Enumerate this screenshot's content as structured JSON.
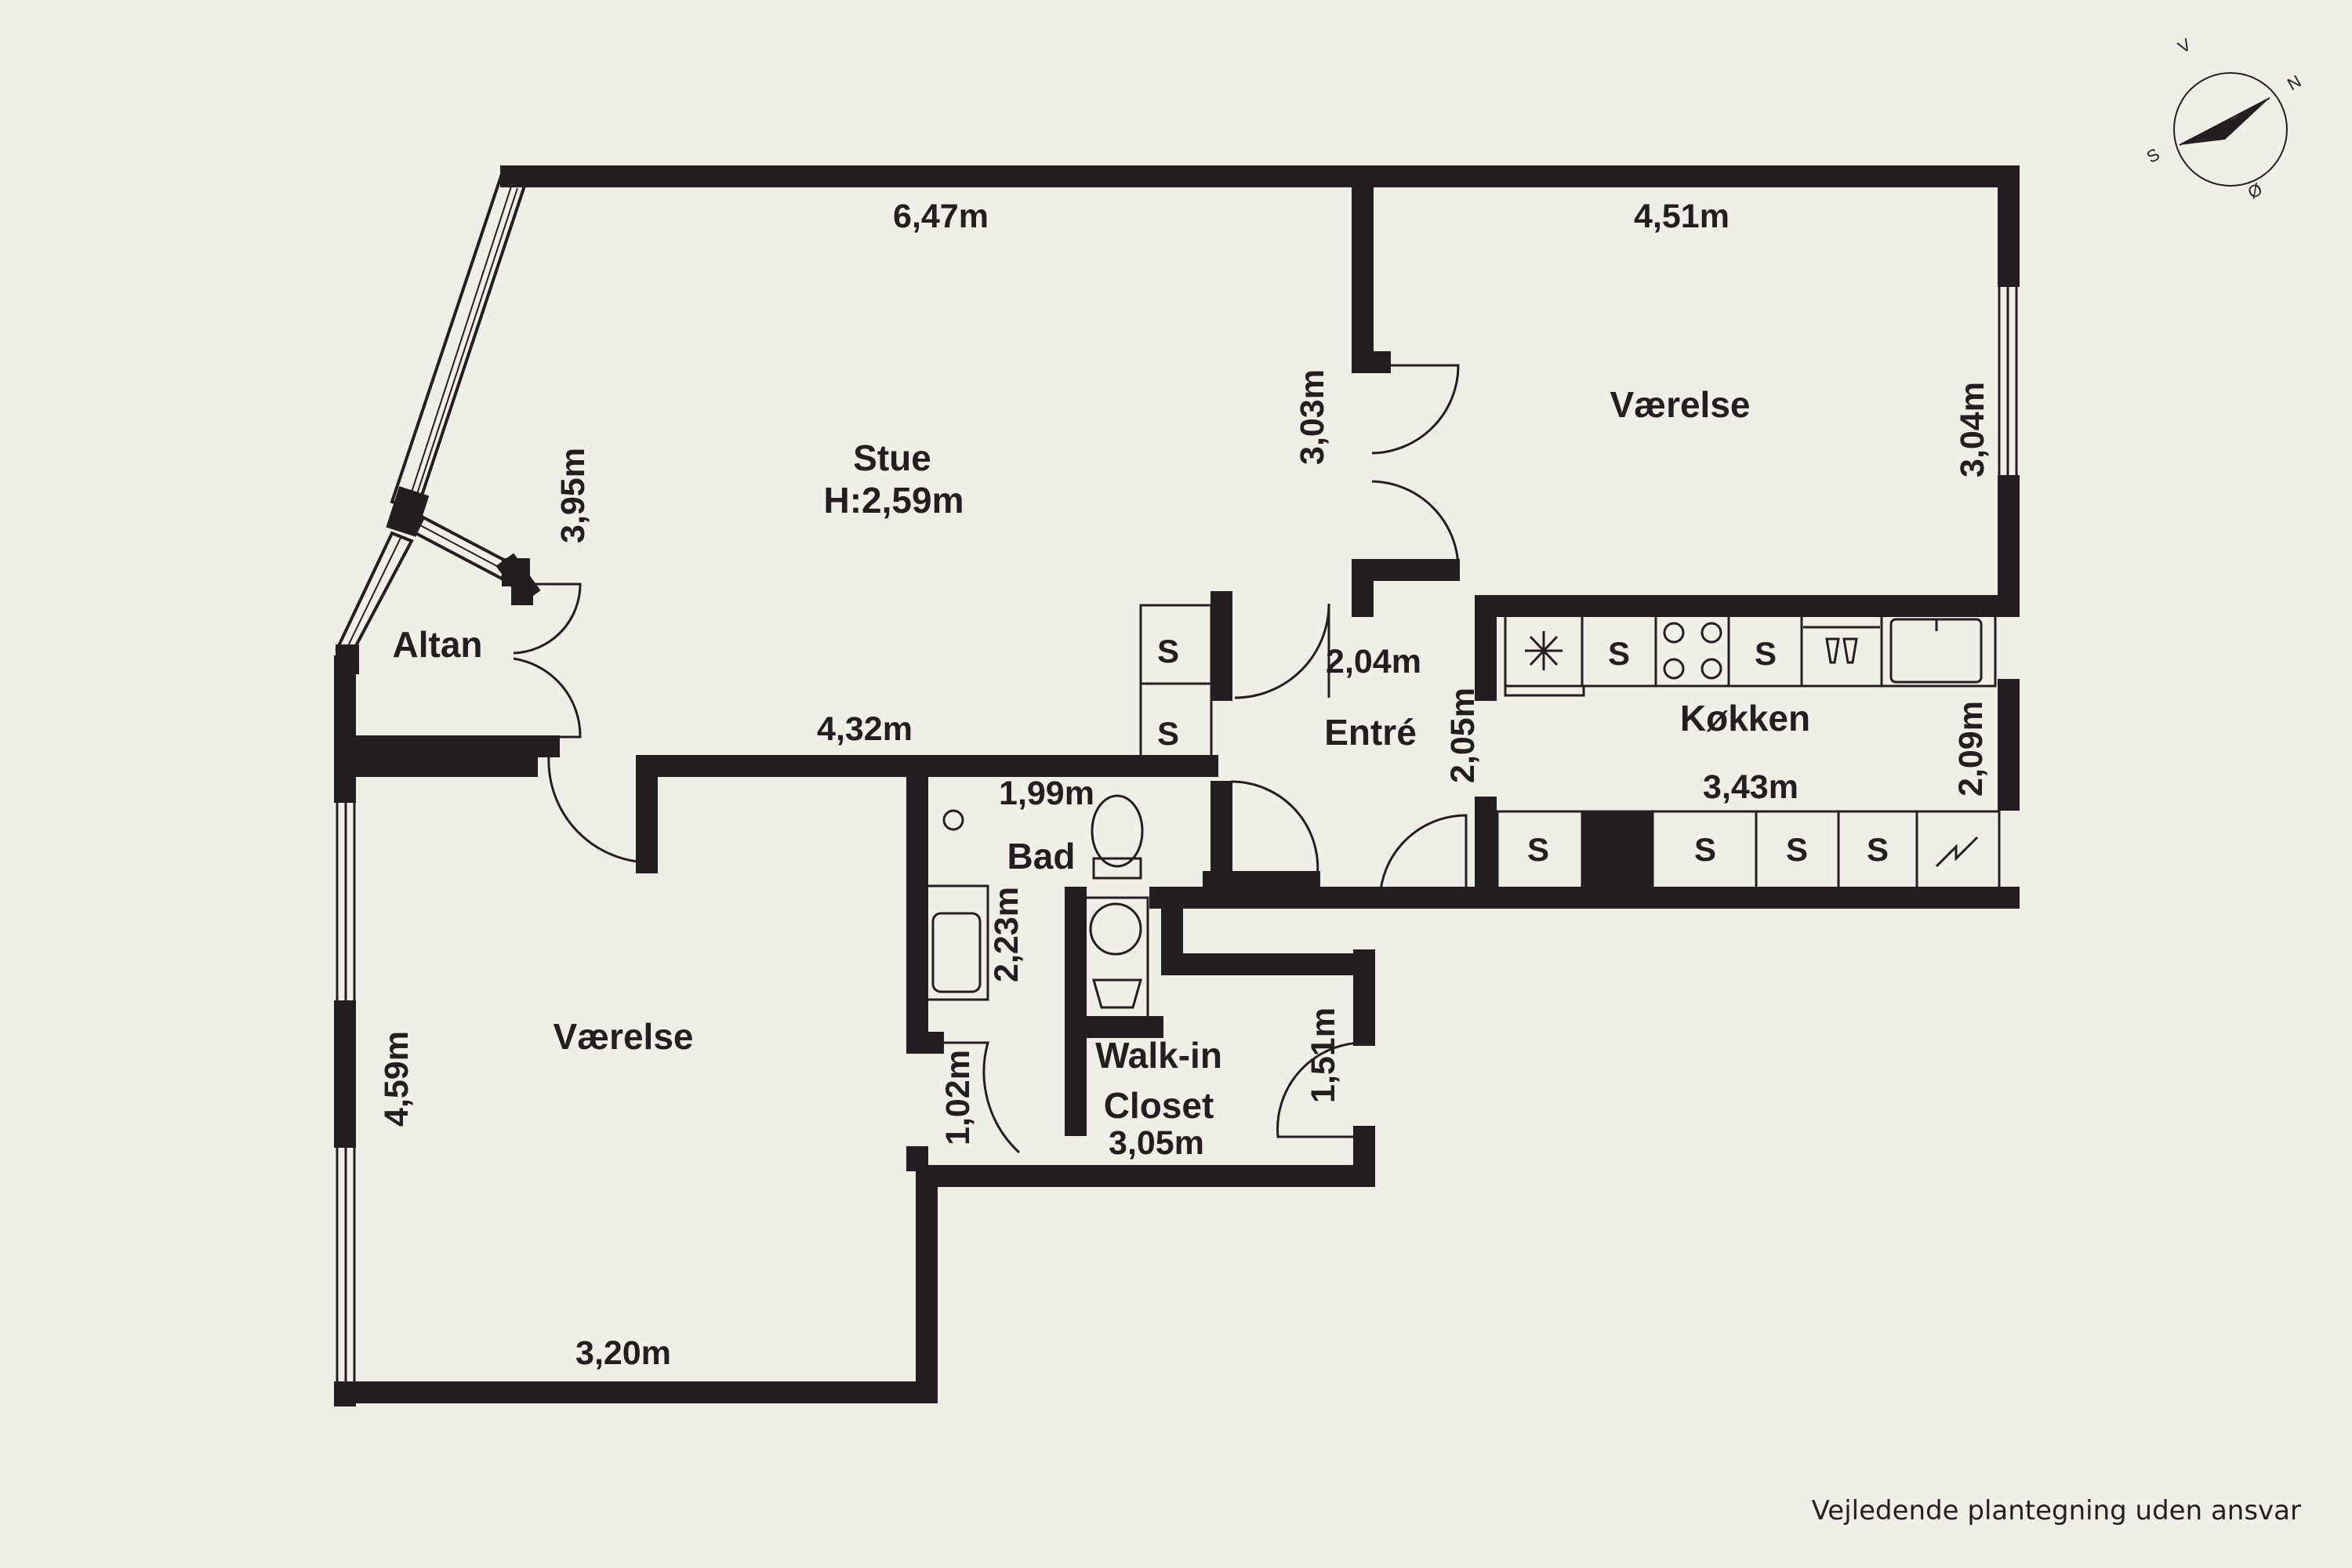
{
  "rooms": {
    "stue": "Stue",
    "stue_height": "H:2,59m",
    "vaerelse_ne": "Værelse",
    "vaerelse_sw": "Værelse",
    "altan": "Altan",
    "entre": "Entré",
    "kokken": "Køkken",
    "bad": "Bad",
    "walkin_1": "Walk-in",
    "walkin_2": "Closet"
  },
  "dimensions": {
    "stue_width": "6,47m",
    "vaerelse_ne_width": "4,51m",
    "stue_depth": "3,95m",
    "entre_wall": "3,03m",
    "vaerelse_ne_depth": "3,04m",
    "stue_lower": "4,32m",
    "entre_width": "2,04m",
    "entre_depth": "2,05m",
    "kokken_depth": "2,09m",
    "kokken_width": "3,43m",
    "bad_width": "1,99m",
    "bad_depth": "2,23m",
    "vaerelse_sw_depth": "4,59m",
    "hall_small": "1,02m",
    "walkin_depth": "1,51m",
    "walkin_width": "3,05m",
    "vaerelse_sw_width": "3,20m"
  },
  "cabinets": {
    "storage_label": "S"
  },
  "compass": {
    "n": "N",
    "s": "S",
    "v": "V",
    "o": "Ø"
  },
  "disclaimer": "Vejledende plantegning uden ansvar"
}
